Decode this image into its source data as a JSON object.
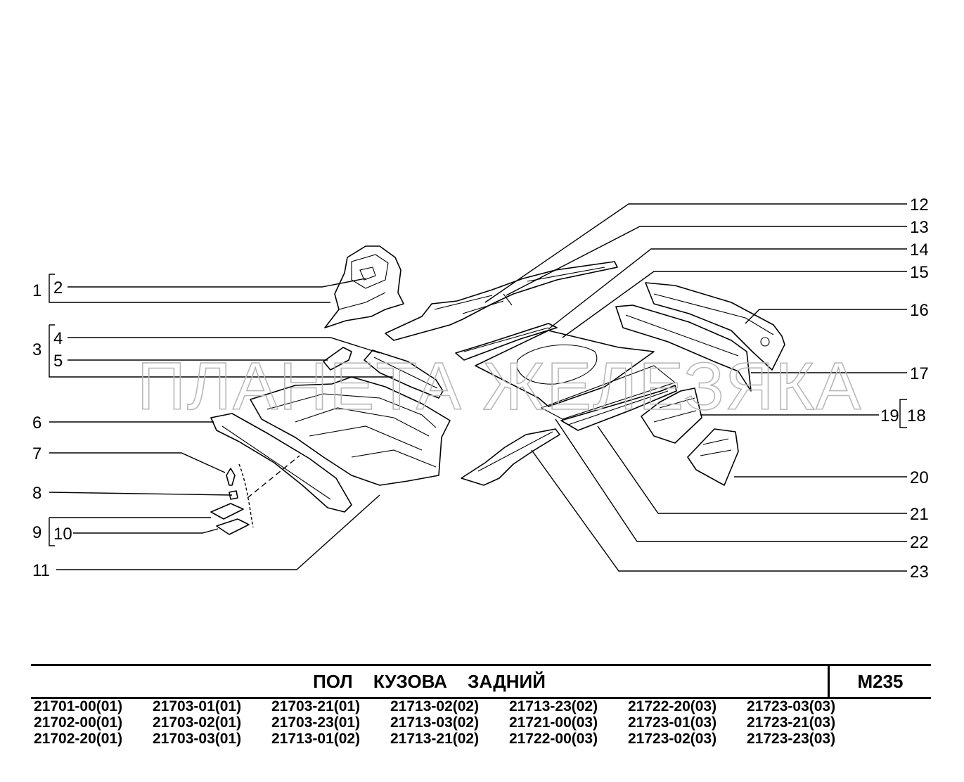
{
  "callouts": [
    "1",
    "2",
    "3",
    "4",
    "5",
    "6",
    "7",
    "8",
    "9",
    "10",
    "11",
    "12",
    "13",
    "14",
    "15",
    "16",
    "17",
    "18",
    "19",
    "20",
    "21",
    "22",
    "23"
  ],
  "watermark": "ПЛАНЕТА ЖЕЛЕЗЯКА",
  "title_block": {
    "title": "ПОЛ КУЗОВА ЗАДНИЙ",
    "code": "M235"
  },
  "models": [
    "21701-00(01)",
    "21703-01(01)",
    "21703-21(01)",
    "21713-02(02)",
    "21713-23(02)",
    "21722-20(03)",
    "21723-03(03)",
    "21702-00(01)",
    "21703-02(01)",
    "21703-23(01)",
    "21713-03(02)",
    "21721-00(03)",
    "21723-01(03)",
    "21723-21(03)",
    "21702-20(01)",
    "21703-03(01)",
    "21713-01(02)",
    "21713-21(02)",
    "21722-00(03)",
    "21723-02(03)",
    "21723-23(03)"
  ]
}
